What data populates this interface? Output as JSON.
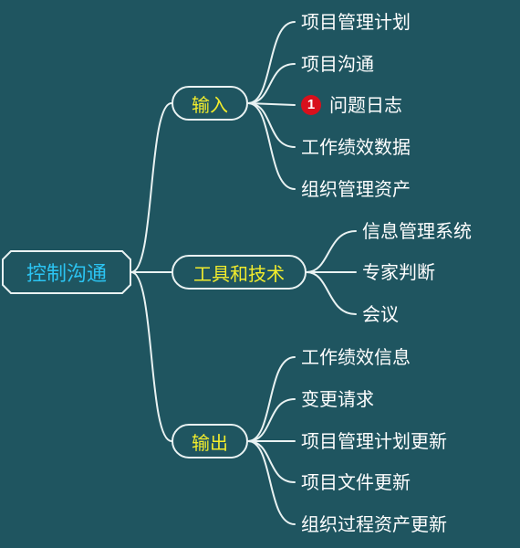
{
  "root": {
    "label": "控制沟通"
  },
  "branches": [
    {
      "label": "输入",
      "items": [
        {
          "label": "项目管理计划"
        },
        {
          "label": "项目沟通"
        },
        {
          "label": "问题日志",
          "badge": "1"
        },
        {
          "label": "工作绩效数据"
        },
        {
          "label": "组织管理资产"
        }
      ]
    },
    {
      "label": "工具和技术",
      "items": [
        {
          "label": "信息管理系统"
        },
        {
          "label": "专家判断"
        },
        {
          "label": "会议"
        }
      ]
    },
    {
      "label": "输出",
      "items": [
        {
          "label": "工作绩效信息"
        },
        {
          "label": "变更请求"
        },
        {
          "label": "项目管理计划更新"
        },
        {
          "label": "项目文件更新"
        },
        {
          "label": "组织过程资产更新"
        }
      ]
    }
  ],
  "colors": {
    "background": "#1f5560",
    "root_text": "#2bc4f2",
    "branch_text": "#f2ec2c",
    "leaf_text": "#ffffff",
    "line": "#e9f2f2",
    "badge": "#d8101c"
  }
}
